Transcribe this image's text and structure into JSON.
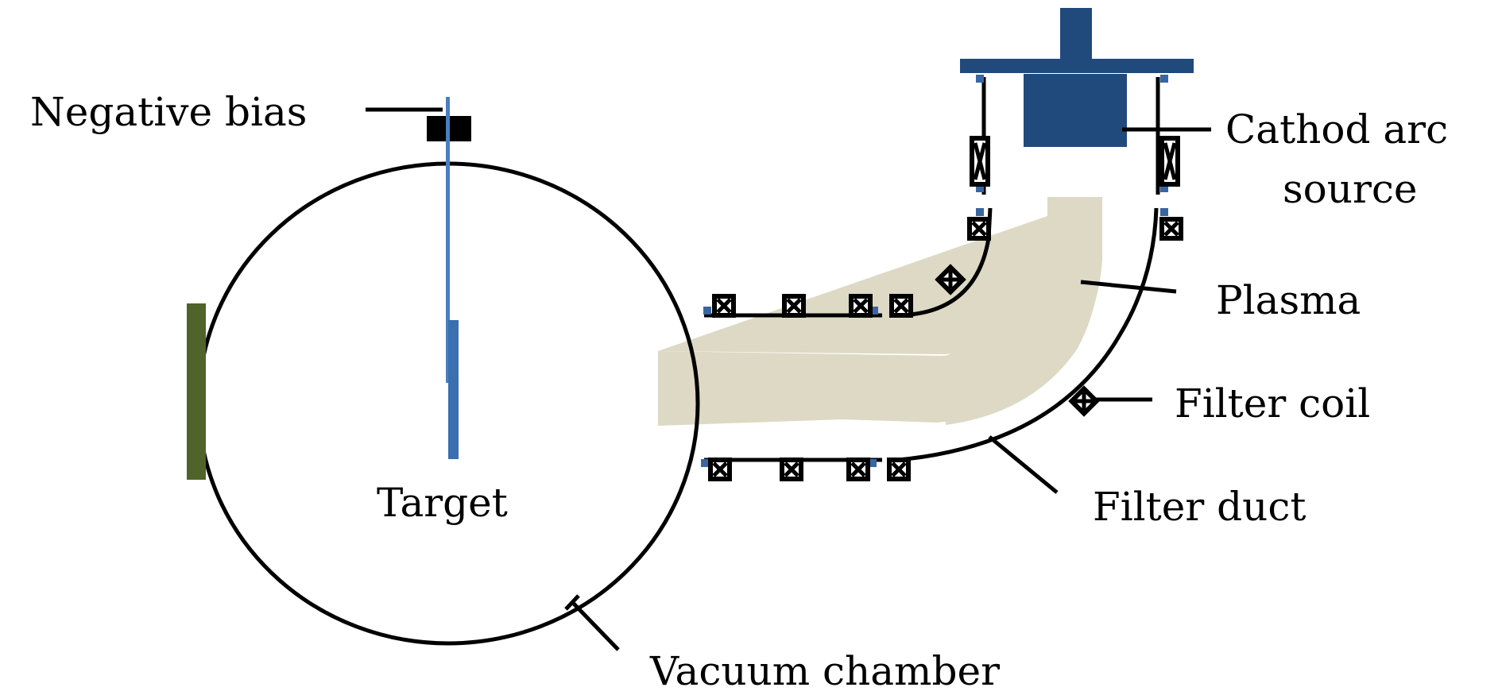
{
  "diagram": {
    "title": "Filtered cathodic vacuum arc deposition setup",
    "labels": {
      "negative_bias": "Negative bias",
      "target": "Target",
      "vacuum_chamber": "Vacuum chamber",
      "cathode_line1": "Cathod arc",
      "cathode_line2": "source",
      "plasma": "Plasma",
      "filter_coil": "Filter coil",
      "filter_duct": "Filter duct"
    },
    "colors": {
      "cathode": "#214A7C",
      "target": "#3A6FB0",
      "bias_rod": "#4A7EC0",
      "window": "#4F632B",
      "plasma": "#DDD9C4",
      "flange_dot": "#3A66A0",
      "outline": "#000000"
    }
  }
}
